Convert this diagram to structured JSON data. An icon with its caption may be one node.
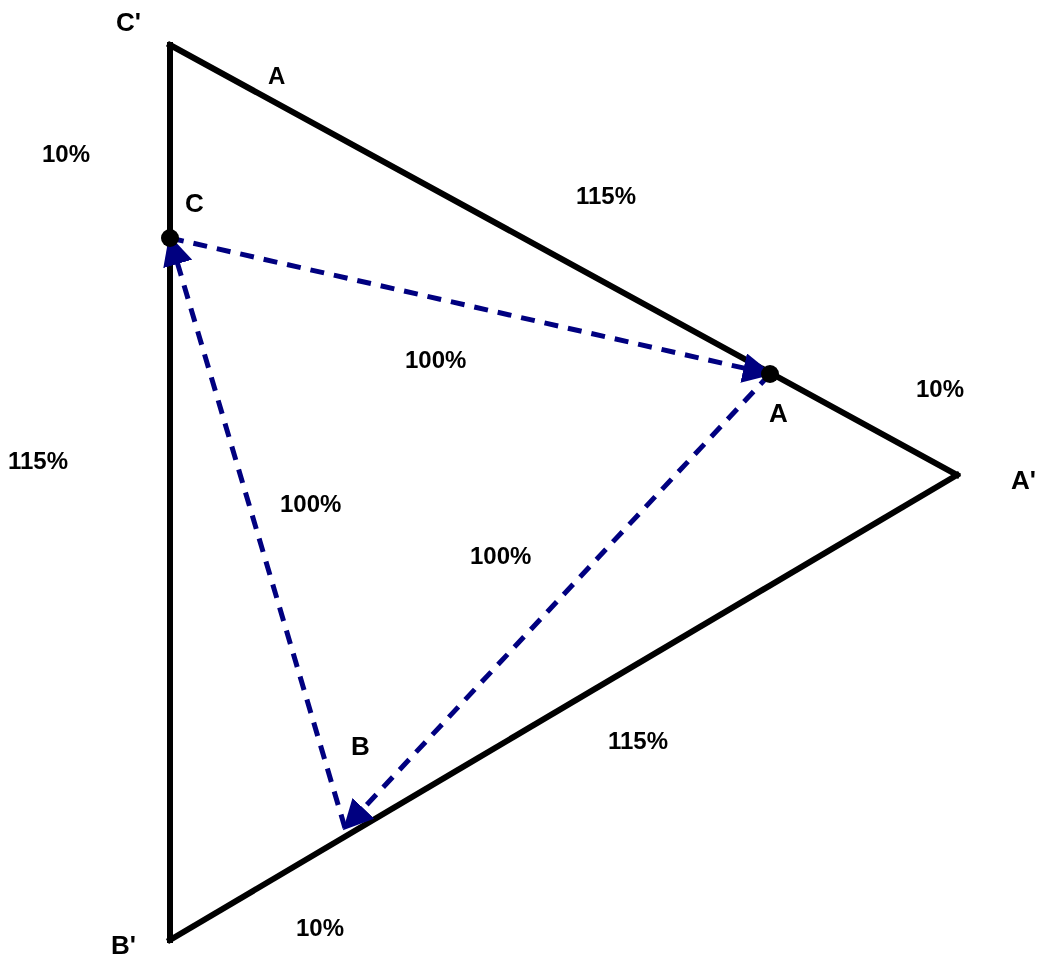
{
  "diagram": {
    "nodes": [
      {
        "text": [
          "C'"
        ]
      },
      {
        "text": [
          "A'"
        ]
      },
      {
        "text": [
          "B'"
        ]
      },
      {
        "text": [
          "C"
        ]
      },
      {
        "text": [
          "A"
        ]
      },
      {
        "text": [
          "B"
        ]
      }
    ],
    "edges": [
      {
        "from": 0,
        "to": 1,
        "arrow": "none"
      },
      {
        "from": 1,
        "to": 2,
        "arrow": "none"
      },
      {
        "from": 2,
        "to": 0,
        "arrow": "none"
      },
      {
        "from": 3,
        "to": 4,
        "arrow": "to",
        "style": "dashed",
        "color": "#000080"
      },
      {
        "from": 4,
        "to": 5,
        "arrow": "to",
        "style": "dashed",
        "color": "#000080"
      },
      {
        "from": 5,
        "to": 3,
        "arrow": "to",
        "style": "dashed",
        "color": "#000080"
      }
    ],
    "labels": [
      "A",
      "10%",
      "115%",
      "100%",
      "10%",
      "115%",
      "100%",
      "100%",
      "115%",
      "10%"
    ]
  }
}
